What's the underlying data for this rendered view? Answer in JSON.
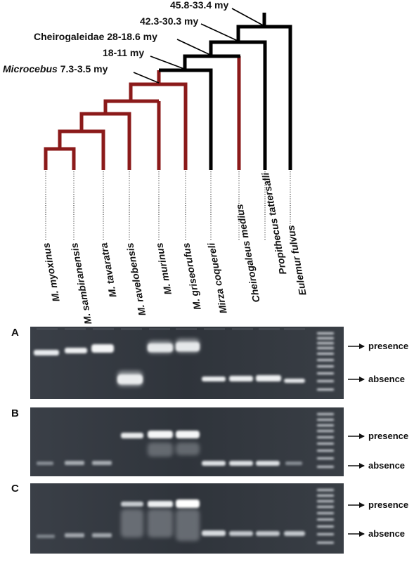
{
  "tree": {
    "node_labels": [
      {
        "id": "n1",
        "text": "45.8-33.4 my"
      },
      {
        "id": "n2",
        "text": "42.3-30.3 my"
      },
      {
        "id": "n3",
        "text": "Cheirogaleidae 28-18.6 my"
      },
      {
        "id": "n4",
        "text": "18-11 my"
      },
      {
        "id": "n5",
        "italic": "Microcebus",
        "text": " 7.3-3.5 my"
      }
    ],
    "taxa": [
      {
        "genus": "M.",
        "species": "myoxinus"
      },
      {
        "genus": "M.",
        "species": "sambiranensis"
      },
      {
        "genus": "M.",
        "species": "tavaratra"
      },
      {
        "genus": "M.",
        "species": "ravelobensis"
      },
      {
        "genus": "M.",
        "species": "murinus"
      },
      {
        "genus": "M.",
        "species": "griseorufus"
      },
      {
        "genus": "Mirza",
        "species": "coquereli"
      },
      {
        "genus": "Cheirogaleus",
        "species": "medius"
      },
      {
        "genus": "Propithecus",
        "species": "tattersalli"
      },
      {
        "genus": "Eulemur",
        "species": "fulvus"
      }
    ],
    "colors": {
      "microcebus": "#8b1a1a",
      "other": "#000000"
    }
  },
  "gels": [
    {
      "letter": "A",
      "presence_label": "presence",
      "absence_label": "absence"
    },
    {
      "letter": "B",
      "presence_label": "presence",
      "absence_label": "absence"
    },
    {
      "letter": "C",
      "presence_label": "presence",
      "absence_label": "absence"
    }
  ]
}
